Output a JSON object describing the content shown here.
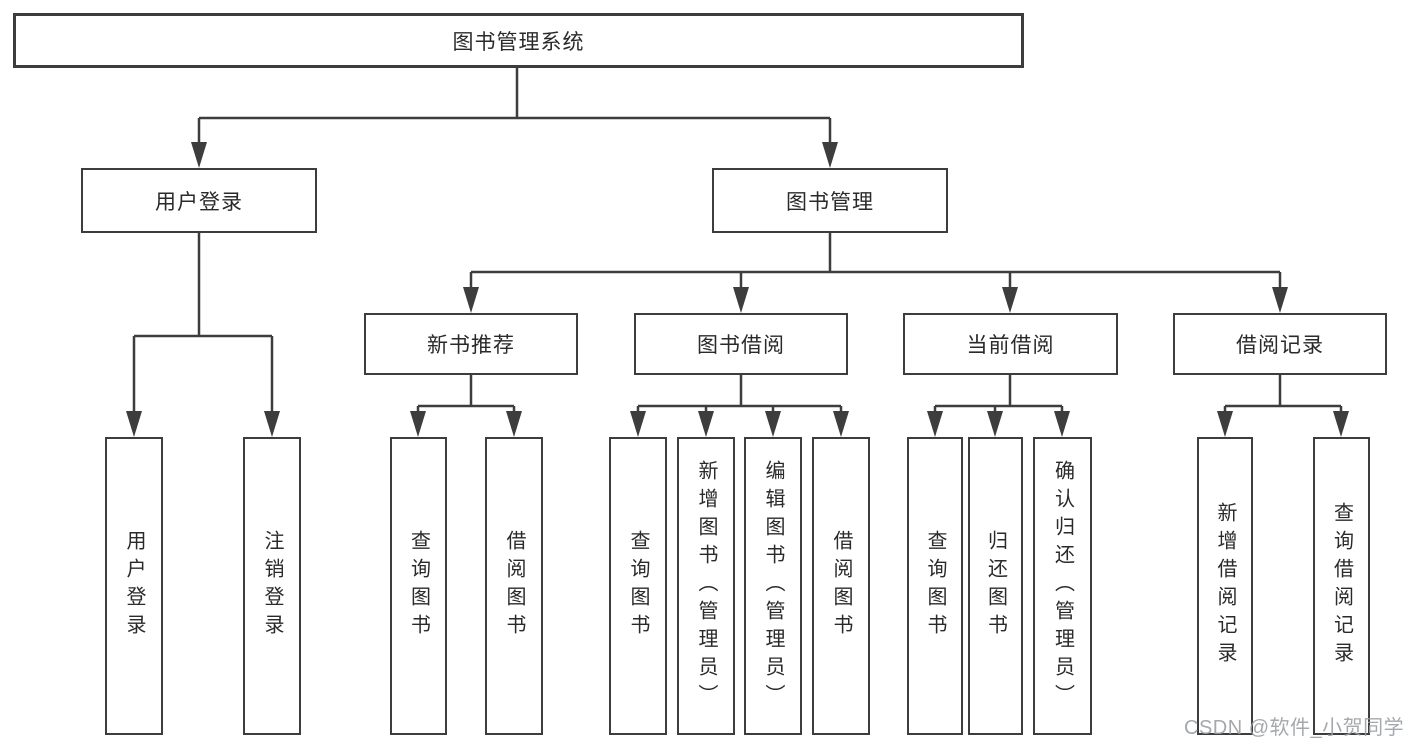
{
  "tree": {
    "root": "图书管理系统",
    "branches": [
      {
        "label": "用户登录",
        "children": [
          "用户登录",
          "注销登录"
        ]
      },
      {
        "label": "图书管理",
        "children": [
          {
            "label": "新书推荐",
            "children": [
              "查询图书",
              "借阅图书"
            ]
          },
          {
            "label": "图书借阅",
            "children": [
              "查询图书",
              "新增图书（管理员）",
              "编辑图书（管理员）",
              "借阅图书"
            ]
          },
          {
            "label": "当前借阅",
            "children": [
              "查询图书",
              "归还图书",
              "确认归还（管理员）"
            ]
          },
          {
            "label": "借阅记录",
            "children": [
              "新增借阅记录",
              "查询借阅记录"
            ]
          }
        ]
      }
    ]
  },
  "watermark": {
    "text": "CSDN @软件_小贺同学"
  },
  "colors": {
    "line": "#3d3d3d",
    "box_border": "#3d3d3d",
    "box_fill": "#ffffff",
    "text": "#2a2a2a",
    "watermark": "#9c9fa4",
    "background": "#ffffff"
  }
}
